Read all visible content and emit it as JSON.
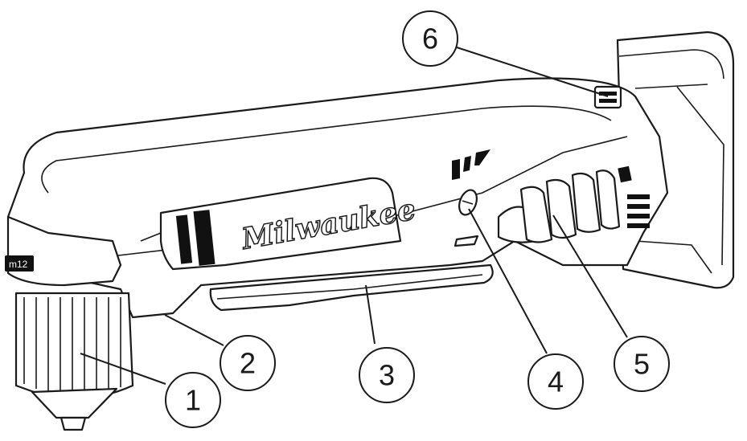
{
  "diagram": {
    "brand_logo_text": "Milwaukee",
    "model_stamp": "m12",
    "callouts": [
      {
        "id": 1,
        "label": "1"
      },
      {
        "id": 2,
        "label": "2"
      },
      {
        "id": 3,
        "label": "3"
      },
      {
        "id": 4,
        "label": "4"
      },
      {
        "id": 5,
        "label": "5"
      },
      {
        "id": 6,
        "label": "6"
      }
    ],
    "colors": {
      "line": "#1a1a1a",
      "fill": "#ffffff"
    }
  }
}
